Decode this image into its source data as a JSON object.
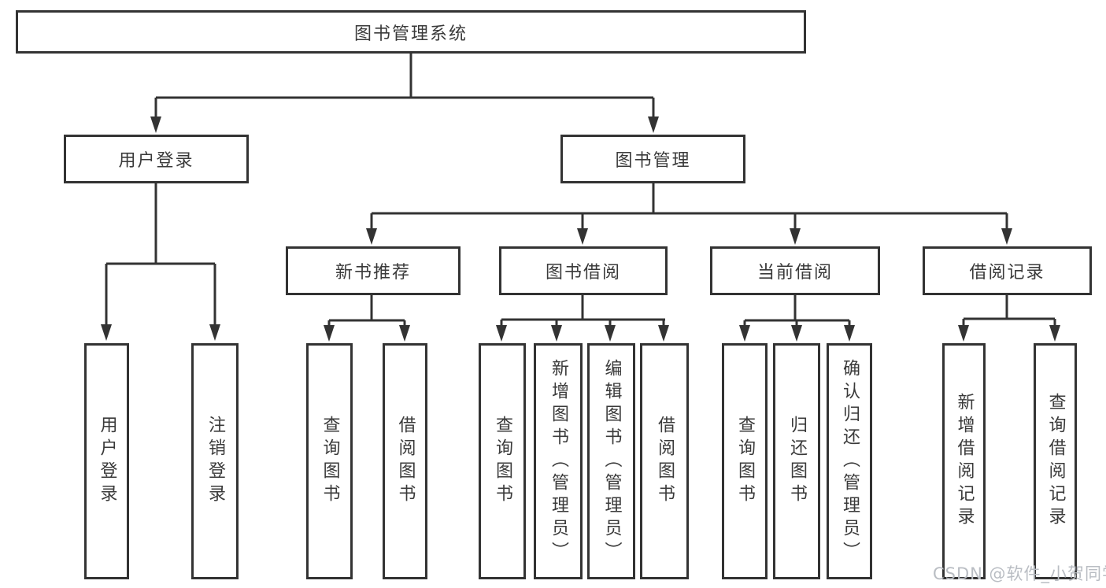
{
  "diagram_type": "functional-structure-tree",
  "tree": {
    "label": "图书管理系统",
    "children": [
      {
        "label": "用户登录",
        "children": [
          {
            "label": "用户登录"
          },
          {
            "label": "注销登录"
          }
        ]
      },
      {
        "label": "图书管理",
        "children": [
          {
            "label": "新书推荐",
            "children": [
              {
                "label": "查询图书"
              },
              {
                "label": "借阅图书"
              }
            ]
          },
          {
            "label": "图书借阅",
            "children": [
              {
                "label": "查询图书"
              },
              {
                "label": "新增图书（管理员）"
              },
              {
                "label": "编辑图书（管理员）"
              },
              {
                "label": "借阅图书"
              }
            ]
          },
          {
            "label": "当前借阅",
            "children": [
              {
                "label": "查询图书"
              },
              {
                "label": "归还图书"
              },
              {
                "label": "确认归还（管理员）"
              }
            ]
          },
          {
            "label": "借阅记录",
            "children": [
              {
                "label": "新增借阅记录"
              },
              {
                "label": "查询借阅记录"
              }
            ]
          }
        ]
      }
    ]
  },
  "watermark": "CSDN @软件_小贺同学",
  "colors": {
    "line": "#333333",
    "box_border": "#333333",
    "box_bg": "#ffffff",
    "text": "#3a3a3a",
    "watermark": "#b9bdc3"
  }
}
